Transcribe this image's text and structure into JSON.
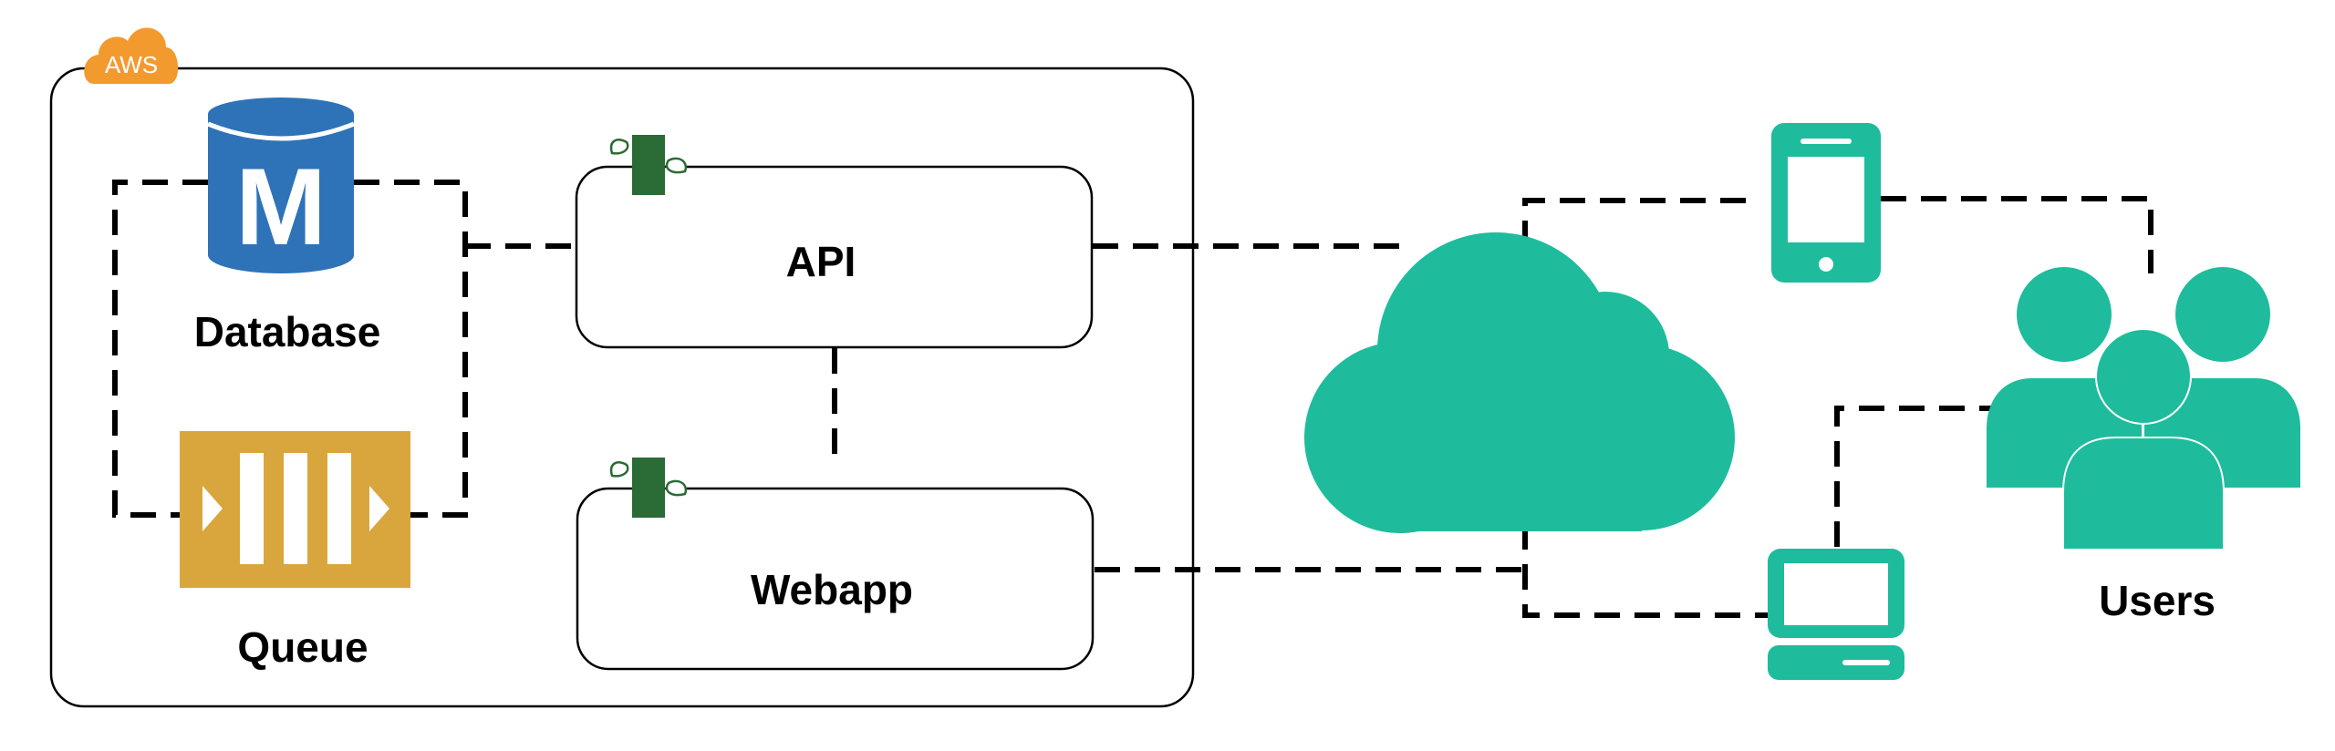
{
  "cloud_badge": {
    "text": "AWS",
    "icon": "aws-cloud-icon"
  },
  "nodes": {
    "database": {
      "label": "Database",
      "icon": "database-m-icon"
    },
    "queue": {
      "label": "Queue",
      "icon": "queue-icon"
    },
    "api": {
      "label": "API",
      "icon": "spring-leaf-icon"
    },
    "webapp": {
      "label": "Webapp",
      "icon": "spring-leaf-icon"
    },
    "internet": {
      "icon": "internet-cloud-icon"
    },
    "mobile": {
      "icon": "mobile-phone-icon"
    },
    "laptop": {
      "icon": "laptop-icon"
    },
    "users": {
      "label": "Users",
      "icon": "users-group-icon"
    }
  },
  "colors": {
    "aws": "#F29A2E",
    "database": "#2E73B8",
    "queue": "#D9A63D",
    "spring": "#2B6B35",
    "teal": "#1EBC9C",
    "line": "#000000"
  },
  "connections": [
    {
      "from": "database",
      "to": "api"
    },
    {
      "from": "queue",
      "to": "api"
    },
    {
      "from": "database",
      "to": "queue"
    },
    {
      "from": "api",
      "to": "webapp"
    },
    {
      "from": "api",
      "to": "internet"
    },
    {
      "from": "webapp",
      "to": "internet"
    },
    {
      "from": "internet",
      "to": "mobile"
    },
    {
      "from": "internet",
      "to": "laptop"
    },
    {
      "from": "mobile",
      "to": "users"
    },
    {
      "from": "laptop",
      "to": "users"
    }
  ]
}
